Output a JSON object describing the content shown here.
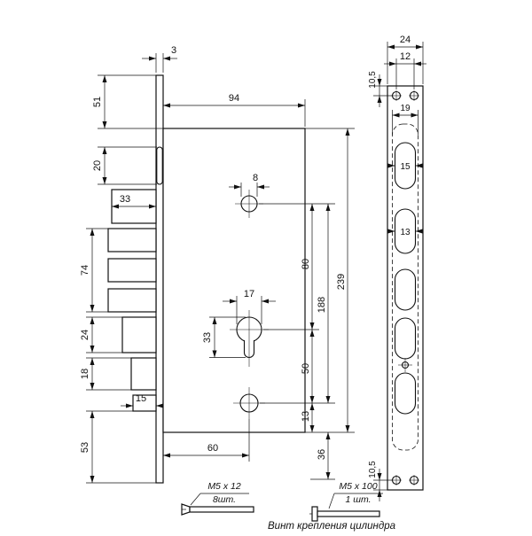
{
  "meta": {
    "background": "#ffffff",
    "ink": "#111111",
    "drawing_type": "mortise-lock technical drawing"
  },
  "side_view": {
    "dims": {
      "t3": "3",
      "h51": "51",
      "h20": "20",
      "w33": "33",
      "h74": "74",
      "h24": "24",
      "h18": "18",
      "w15": "15",
      "h53": "53"
    }
  },
  "front_view": {
    "dims": {
      "w94": "94",
      "d8": "8",
      "d17": "17",
      "h33": "33",
      "v80": "80",
      "v188": "188",
      "v50": "50",
      "v13": "13",
      "v36": "36",
      "w60": "60",
      "v239": "239"
    }
  },
  "faceplate_view": {
    "dims": {
      "w24": "24",
      "w12": "12",
      "t105": "10,5",
      "w19": "19",
      "s15": "15",
      "s13": "13",
      "b105": "10,5"
    }
  },
  "notes": {
    "screw_small": {
      "spec": "М5 х 12",
      "qty": "8шт."
    },
    "screw_long": {
      "spec": "М5 х 100",
      "qty": "1 шт."
    },
    "caption": "Винт крепления цилиндра"
  }
}
